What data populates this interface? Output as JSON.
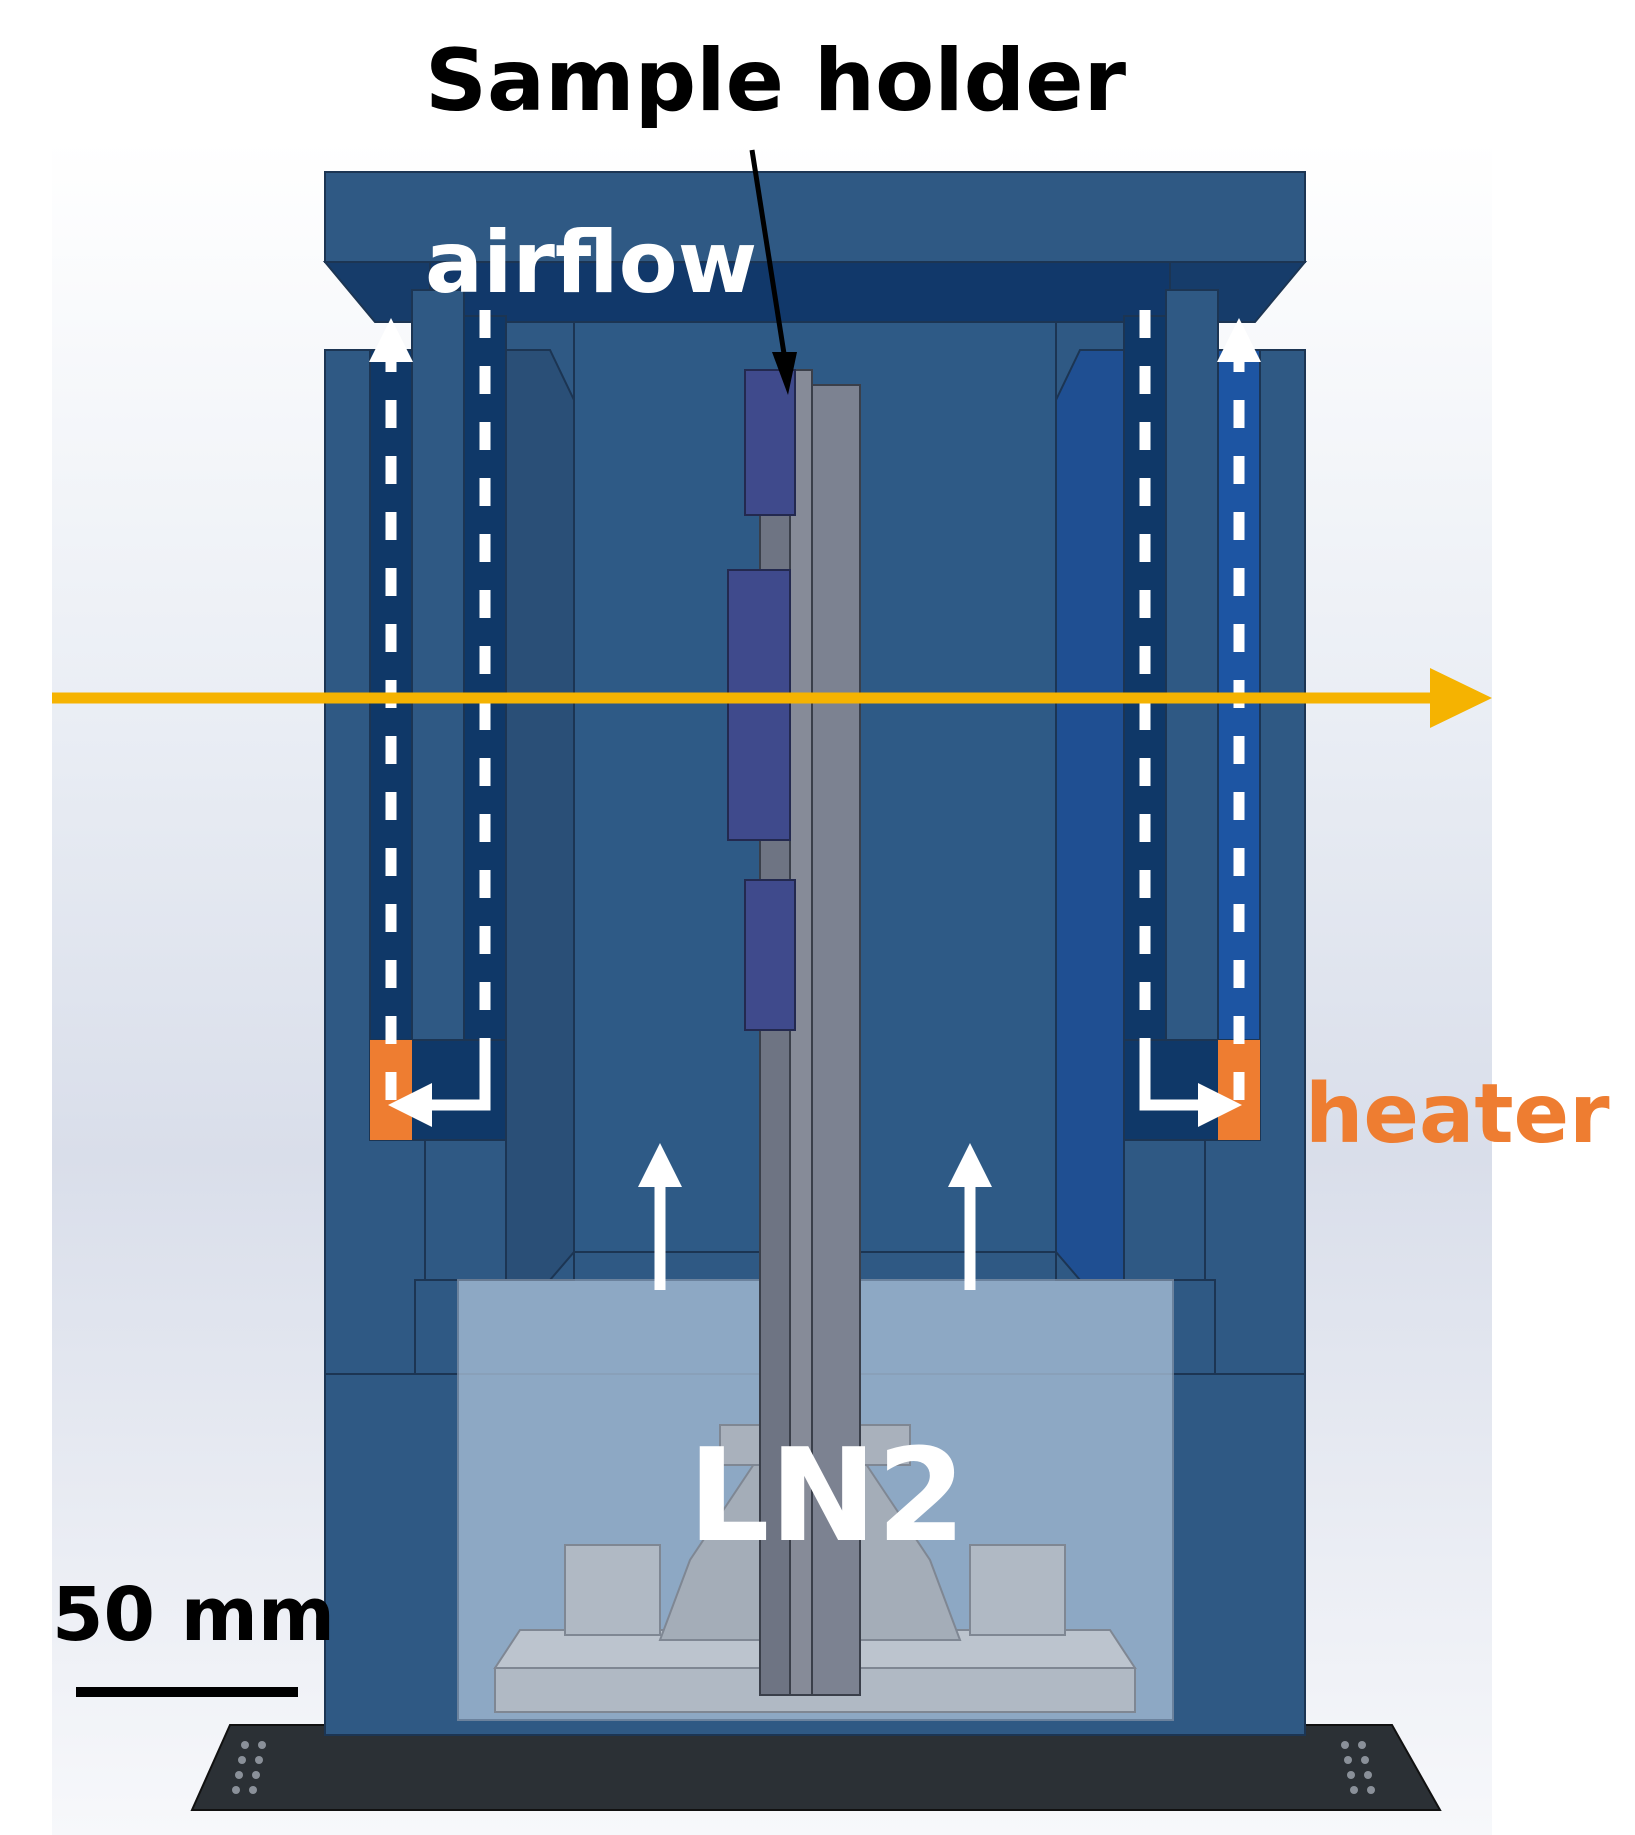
{
  "labels": {
    "sample_holder": "Sample holder",
    "airflow": "airflow",
    "heater": "heater",
    "ln2": "LN2",
    "scale_bar": "50 mm"
  },
  "colors": {
    "background_top": "#ffffff",
    "background_mid": "#dfe3ee",
    "housing": "#2f5984",
    "housing_edge": "#1c3553",
    "channel_dark": "#0f3868",
    "channel_right": "#1d55a3",
    "holder_gray": "#6e7483",
    "sample_block": "#3f4a8c",
    "ln2_fill": "#a8bfd6",
    "base_plate": "#2b3035",
    "beam": "#f5b301",
    "heater": "#ee7d31",
    "airflow_arrows": "#ffffff",
    "text_dark": "#000000",
    "text_light": "#ffffff"
  }
}
